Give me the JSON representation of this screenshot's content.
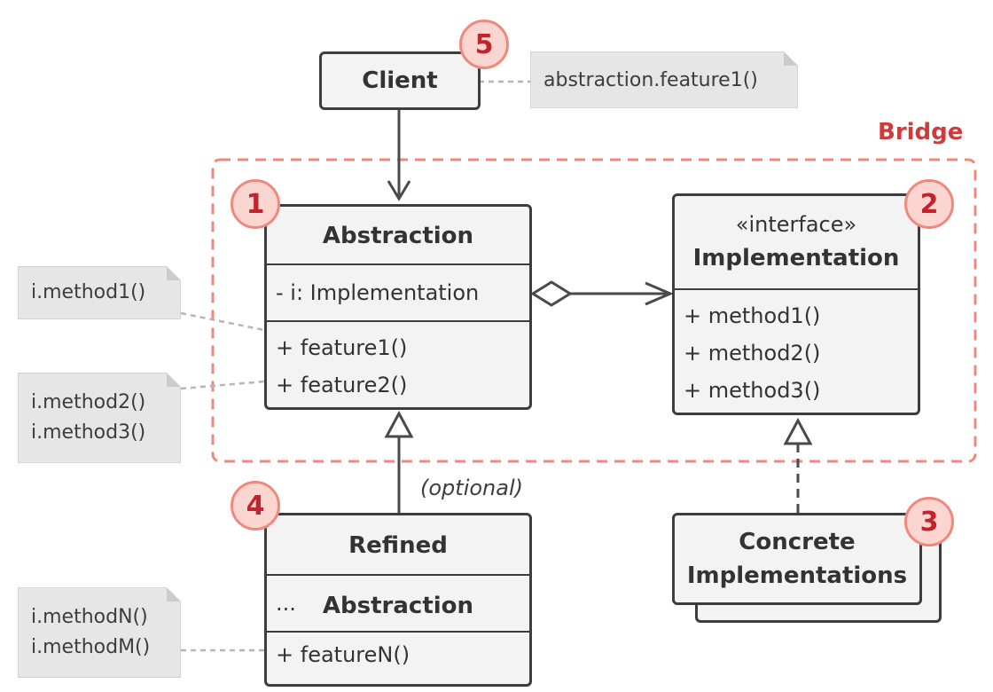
{
  "bridge_label": "Bridge",
  "optional_label": "(optional)",
  "client": {
    "title": "Client",
    "badge": "5"
  },
  "client_note": "abstraction.feature1()",
  "abstraction": {
    "title": "Abstraction",
    "badge": "1",
    "fields": [
      "- i: Implementation"
    ],
    "methods": [
      "+ feature1()",
      "+ feature2()"
    ]
  },
  "implementation": {
    "stereotype": "«interface»",
    "title": "Implementation",
    "badge": "2",
    "methods": [
      "+ method1()",
      "+ method2()",
      "+ method3()"
    ]
  },
  "concrete": {
    "title_line1": "Concrete",
    "title_line2": "Implementations",
    "badge": "3"
  },
  "refined": {
    "title": "Refined Abstraction",
    "badge": "4",
    "fields": [
      "..."
    ],
    "methods": [
      "+ featureN()"
    ]
  },
  "notes": {
    "feature1": [
      "i.method1()"
    ],
    "feature2": [
      "i.method2()",
      "i.method3()"
    ],
    "featureN": [
      "i.methodN()",
      "i.methodM()"
    ]
  },
  "colors": {
    "accent": "#cf3b3b",
    "bridge_border": "#f0897d",
    "badge_fill": "#fbd6d0",
    "box_fill": "#f3f3f3",
    "box_border": "#3d3d3d",
    "note_fill": "#e6e6e6"
  }
}
